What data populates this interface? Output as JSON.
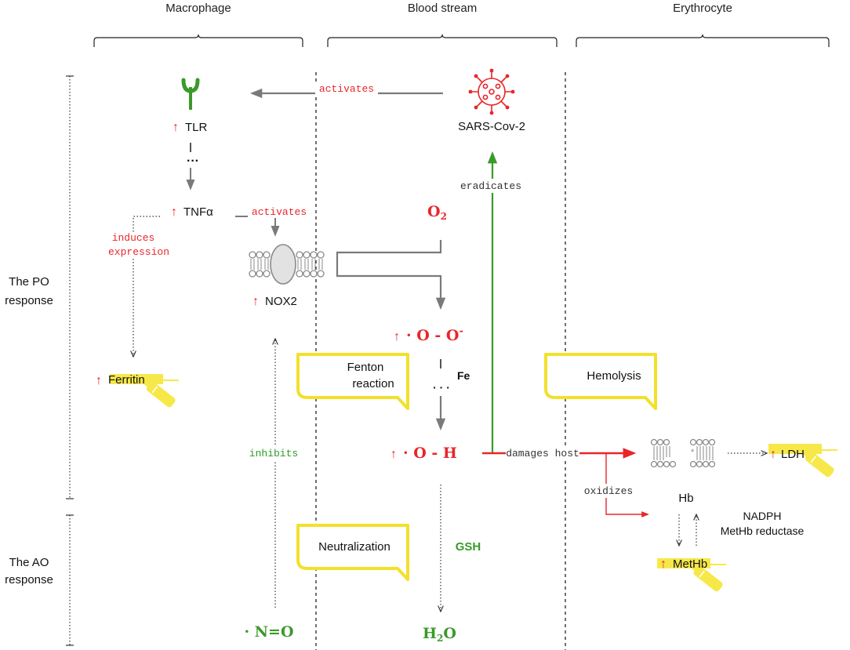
{
  "columns": {
    "macrophage": "Macrophage",
    "blood_stream": "Blood stream",
    "erythrocyte": "Erythrocyte"
  },
  "rows": {
    "po_line1": "The PO",
    "po_line2": "response",
    "ao_line1": "The AO",
    "ao_line2": "response"
  },
  "nodes": {
    "tlr": "TLR",
    "tnf": "TNFα",
    "nox2": "NOX2",
    "ferritin": "Ferritin",
    "sars": "SARS-Cov-2",
    "o2_base": "O",
    "o2_sub": "2",
    "superoxide": "· O - O",
    "superoxide_sup": "-",
    "hydroxyl": "· O - H",
    "fe": "Fe",
    "fe_dots": "· · ·",
    "tnf_dots": "···",
    "gsh": "GSH",
    "h2o_h": "H",
    "h2o_sub": "2",
    "h2o_o": "O",
    "no": "· N=O",
    "ldh": "LDH",
    "hb": "Hb",
    "methb": "MetHb",
    "nadph_line1": "NADPH",
    "nadph_line2": "MetHb reductase",
    "up_arrow": "↑"
  },
  "edge_labels": {
    "activates_tlr": "activates",
    "activates_nox": "activates",
    "induces_line1": "induces",
    "induces_line2": "expression",
    "eradicates": "eradicates",
    "inhibits": "inhibits",
    "damages_host": "damages host",
    "oxidizes": "oxidizes"
  },
  "bubbles": {
    "fenton_line1": "Fenton",
    "fenton_line2": "reaction",
    "hemolysis": "Hemolysis",
    "neutralization": "Neutralization"
  },
  "colors": {
    "red": "#e8262a",
    "green": "#3a9a2a",
    "gray": "#7a7a7a",
    "yellow": "#f7e84a",
    "bubble_border": "#f2e02c"
  },
  "icons": [
    "virus-icon",
    "tlr-receptor-icon",
    "nox2-membrane-icon",
    "pipette-icon",
    "membrane-icon"
  ]
}
